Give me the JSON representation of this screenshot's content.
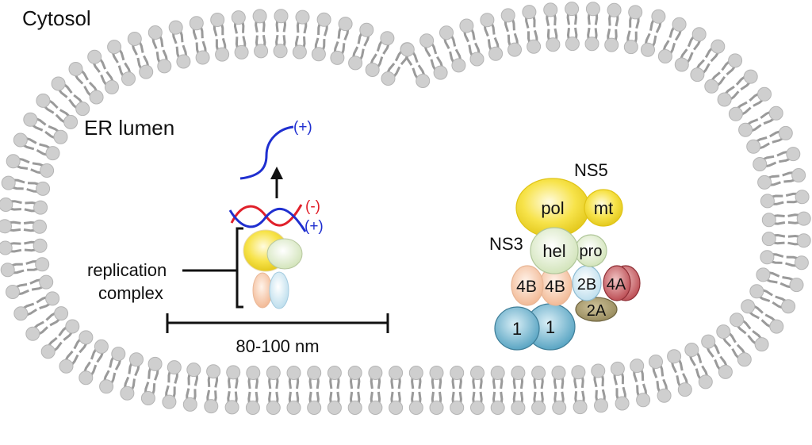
{
  "labels": {
    "cytosol": "Cytosol",
    "er_lumen": "ER lumen",
    "replication_complex_line1": "replication",
    "replication_complex_line2": "complex",
    "scale": "80-100 nm",
    "rna_plus_top": "(+)",
    "rna_minus": "(-)",
    "rna_plus": "(+)",
    "ns5": "NS5",
    "ns3": "NS3",
    "pol": "pol",
    "mt": "mt",
    "hel": "hel",
    "pro": "pro",
    "ns4b_a": "4B",
    "ns4b_b": "4B",
    "ns2b": "2B",
    "ns4a": "4A",
    "ns2a": "2A",
    "ns1_a": "1",
    "ns1_b": "1"
  },
  "colors": {
    "lipid_head": "#cfcfcf",
    "lipid_tail": "#9a9a9a",
    "plus_strand": "#1f2fd0",
    "minus_strand": "#e0202a",
    "pol": "#f7e34a",
    "hel": "#dbe9c6",
    "ns4b": "#f5c8a8",
    "ns2b": "#cfe8f3",
    "ns4a": "#c9595f",
    "ns2a": "#a59866",
    "ns1": "#6fb5cf"
  }
}
